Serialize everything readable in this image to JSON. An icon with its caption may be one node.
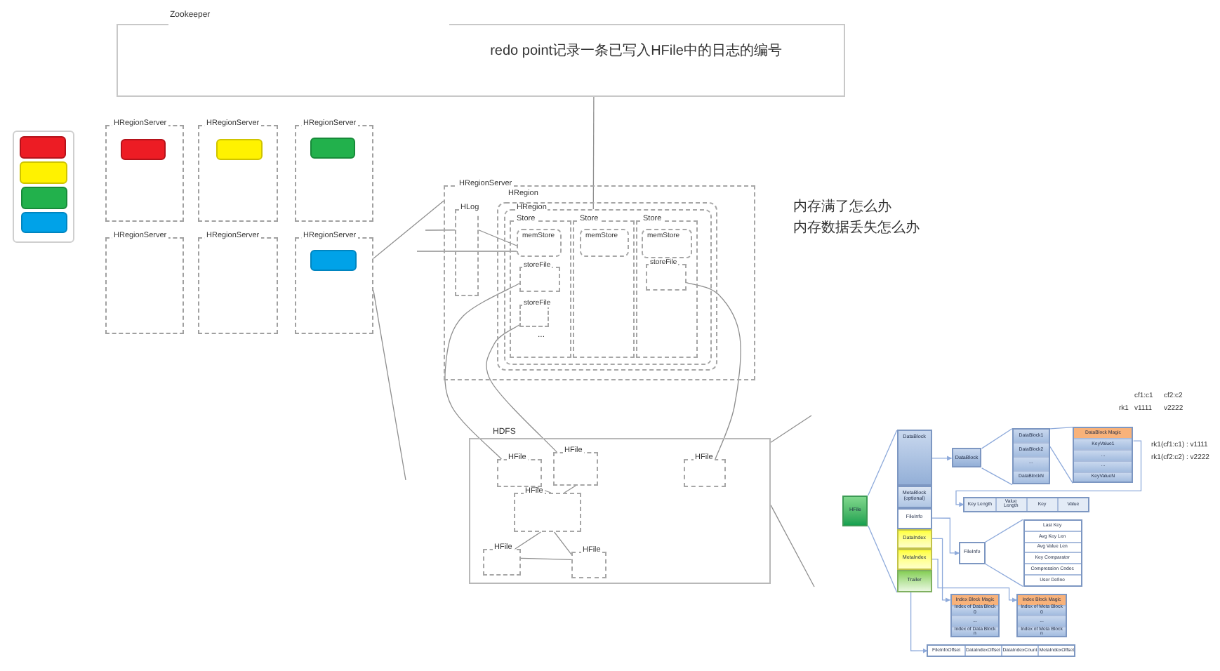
{
  "diagram": {
    "nodes": [
      {
        "text": [
          "Zookeeper",
          "redo point记录一条已写入HFile中的日志的编号"
        ]
      },
      {
        "text": [],
        "shape": "box"
      },
      {
        "text": [],
        "shape": "box",
        "in": 1
      },
      {
        "text": [],
        "shape": "box",
        "in": 1
      },
      {
        "text": [],
        "shape": "box",
        "in": 1
      },
      {
        "text": [],
        "shape": "box",
        "in": 1
      },
      {
        "text": [
          "HRegionServer"
        ]
      },
      {
        "text": [],
        "shape": "box",
        "in": 6
      },
      {
        "text": [
          "HRegionServer"
        ]
      },
      {
        "text": [],
        "shape": "box",
        "in": 8
      },
      {
        "text": [
          "HRegionServer"
        ]
      },
      {
        "text": [],
        "shape": "box",
        "in": 10
      },
      {
        "text": [
          "HRegionServer"
        ]
      },
      {
        "text": [
          "HRegionServer"
        ]
      },
      {
        "text": [
          "HRegionServer"
        ]
      },
      {
        "text": [],
        "shape": "box",
        "in": 14
      },
      {
        "text": [
          "HRegionServer"
        ]
      },
      {
        "text": [
          "HLog"
        ],
        "in": 16
      },
      {
        "text": [
          "HRegion"
        ],
        "in": 16
      },
      {
        "text": [
          "HRegion"
        ],
        "in": 18
      },
      {
        "text": [
          "Store",
          "..."
        ],
        "in": 19
      },
      {
        "text": [
          "memStore"
        ],
        "in": 20
      },
      {
        "text": [
          "storeFile"
        ],
        "in": 20
      },
      {
        "text": [
          "storeFile"
        ],
        "in": 20
      },
      {
        "text": [
          "Store"
        ],
        "in": 19
      },
      {
        "text": [
          "memStore"
        ],
        "in": 24
      },
      {
        "text": [
          "Store"
        ],
        "in": 19
      },
      {
        "text": [
          "memStore"
        ],
        "in": 26
      },
      {
        "text": [
          "storeFile"
        ],
        "in": 26
      },
      {
        "text": [
          "HDFS"
        ]
      },
      {
        "text": [
          "HFile"
        ],
        "in": 29
      },
      {
        "text": [
          "HFile"
        ],
        "in": 29
      },
      {
        "text": [
          "HFile"
        ],
        "in": 29
      },
      {
        "text": [
          "HFile"
        ],
        "in": 29
      },
      {
        "text": [
          "HFile"
        ],
        "in": 29
      },
      {
        "text": [
          "HFile"
        ],
        "in": 29
      },
      {
        "text": [
          "HFile"
        ]
      },
      {
        "text": [
          "DataBlock"
        ]
      },
      {
        "text": [
          "MetaBlock (optional)"
        ]
      },
      {
        "text": [
          "FileInfo"
        ]
      },
      {
        "text": [
          "DataIndex"
        ]
      },
      {
        "text": [
          "MetaIndex"
        ]
      },
      {
        "text": [
          "Trailer"
        ]
      },
      {
        "text": [
          "DataBlock"
        ]
      },
      {
        "text": [
          "DataBlock1",
          "DataBlock2",
          "...",
          "DataBlockN"
        ]
      },
      {
        "text": [
          "DataBlock Magic",
          "KeyValue1",
          "...",
          "...",
          "KeyValueN"
        ]
      },
      {
        "text": [
          "Key Length",
          "Value Length",
          "Key",
          "Value"
        ]
      },
      {
        "text": [
          "FileInfo"
        ]
      },
      {
        "text": [
          "Last Key",
          "Avg Key Len",
          "Avg Value Len",
          "Key Comparator",
          "Compression Codec",
          "User Define"
        ]
      },
      {
        "text": [
          "Index Block Magic",
          "Index of Data Block 0",
          "...",
          "Index of Data Block n"
        ]
      },
      {
        "text": [
          "Index Block Magic",
          "Index of Meta Block 0",
          "...",
          "Index of Meta Block n"
        ]
      },
      {
        "text": [
          "FileInfoOffset",
          "DataIndexOffset",
          "DataIndexCount",
          "MetaIndexOffset"
        ]
      }
    ],
    "edges": [
      {
        "from": 0,
        "to": 19,
        "arrow": "none"
      },
      {
        "from": 14,
        "to": 16,
        "arrow": "none"
      },
      {
        "from": 14,
        "to": null,
        "arrow": "none"
      },
      {
        "from": null,
        "to": 17,
        "arrow": "none"
      },
      {
        "from": 17,
        "to": 21,
        "arrow": "none"
      },
      {
        "from": null,
        "to": 21,
        "arrow": "none"
      },
      {
        "from": 22,
        "to": 30,
        "arrow": "none"
      },
      {
        "from": 23,
        "to": 31,
        "arrow": "none"
      },
      {
        "from": 28,
        "to": 35,
        "arrow": "none"
      },
      {
        "from": 30,
        "to": 32,
        "arrow": "none"
      },
      {
        "from": 31,
        "to": 32,
        "arrow": "none"
      },
      {
        "from": 32,
        "to": 33,
        "arrow": "none"
      },
      {
        "from": 32,
        "to": 34,
        "arrow": "none"
      },
      {
        "from": 33,
        "to": 34,
        "arrow": "none"
      },
      {
        "from": 29,
        "to": null,
        "arrow": "none"
      },
      {
        "from": 29,
        "to": null,
        "arrow": "none"
      },
      {
        "from": 36,
        "to": 37,
        "arrow": "none",
        "color": "#8eaadb"
      },
      {
        "from": 36,
        "to": 42,
        "arrow": "none",
        "color": "#8eaadb"
      },
      {
        "from": 37,
        "to": 43,
        "arrow": "to",
        "color": "#8eaadb"
      },
      {
        "from": 43,
        "to": 44,
        "arrow": "none",
        "color": "#8eaadb"
      },
      {
        "from": 43,
        "to": 44,
        "arrow": "none",
        "color": "#8eaadb"
      },
      {
        "from": 44,
        "to": 45,
        "arrow": "none",
        "color": "#8eaadb"
      },
      {
        "from": 44,
        "to": 45,
        "arrow": "none",
        "color": "#8eaadb"
      },
      {
        "from": 45,
        "to": 46,
        "arrow": "to",
        "color": "#8eaadb"
      },
      {
        "from": 39,
        "to": 47,
        "arrow": "to",
        "color": "#8eaadb"
      },
      {
        "from": 47,
        "to": 48,
        "arrow": "none",
        "color": "#8eaadb"
      },
      {
        "from": 47,
        "to": 48,
        "arrow": "none",
        "color": "#8eaadb"
      },
      {
        "from": 40,
        "to": 49,
        "arrow": "to",
        "color": "#8eaadb"
      },
      {
        "from": 41,
        "to": 50,
        "arrow": "to",
        "color": "#8eaadb"
      },
      {
        "from": 42,
        "to": 51,
        "arrow": "to",
        "color": "#8eaadb"
      }
    ],
    "labels": [
      "内存满了怎么办",
      "内存数据丢失怎么办",
      "cf1:c1",
      "cf2:c2",
      "rk1",
      "v1111",
      "v2222",
      "rk1(cf1:c1) : v1111",
      "rk1(cf2:c2) : v2222"
    ]
  }
}
